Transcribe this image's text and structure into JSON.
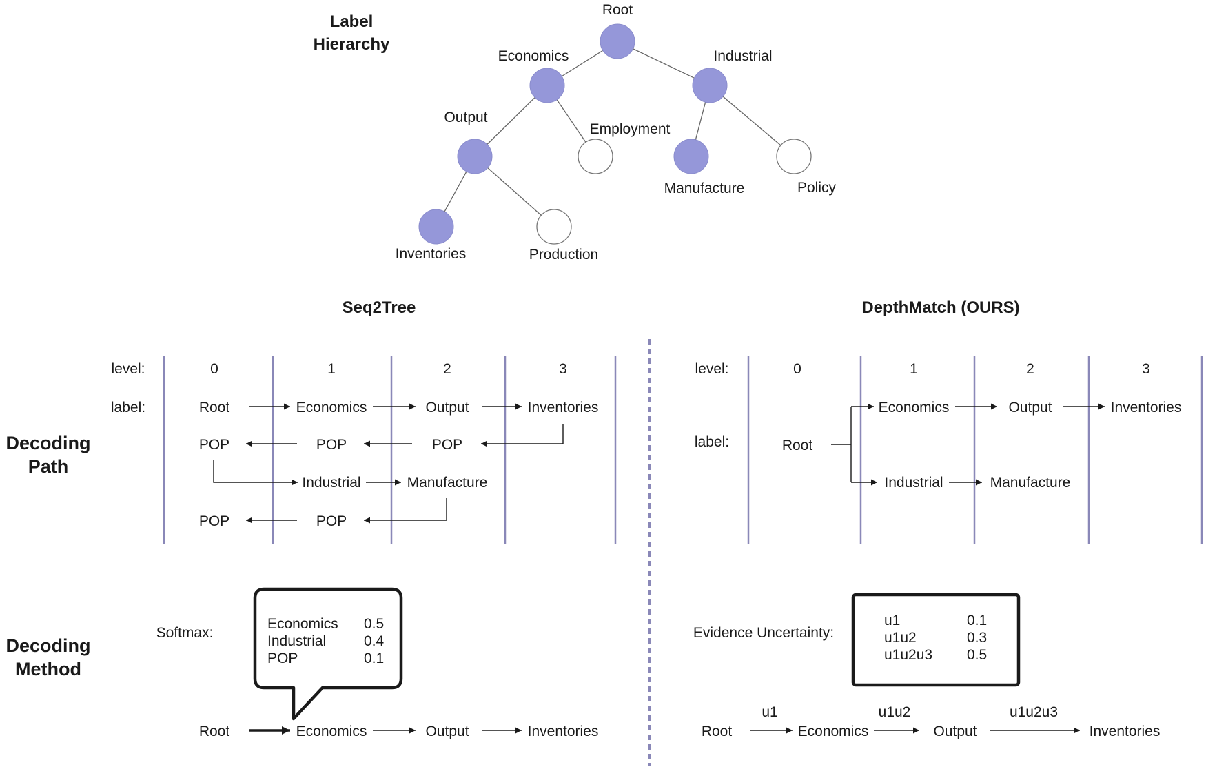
{
  "colors": {
    "node_filled": "#9597d9",
    "node_empty": "#ffffff",
    "divider": "#8a88b8",
    "text": "#1a1a1a"
  },
  "hierarchy": {
    "title_line1": "Label",
    "title_line2": "Hierarchy",
    "nodes": {
      "root": "Root",
      "economics": "Economics",
      "industrial": "Industrial",
      "output": "Output",
      "employment": "Employment",
      "manufacture": "Manufacture",
      "policy": "Policy",
      "inventories": "Inventories",
      "production": "Production"
    }
  },
  "seq2tree": {
    "title": "Seq2Tree",
    "level_label": "level:",
    "label_label": "label:",
    "levels": [
      "0",
      "1",
      "2",
      "3"
    ],
    "path": {
      "root": "Root",
      "economics": "Economics",
      "output": "Output",
      "inventories": "Inventories",
      "pop": "POP",
      "industrial": "Industrial",
      "manufacture": "Manufacture"
    },
    "softmax_label": "Softmax:",
    "softmax": [
      {
        "label": "Economics",
        "value": "0.5"
      },
      {
        "label": "Industrial",
        "value": "0.4"
      },
      {
        "label": "POP",
        "value": "0.1"
      }
    ],
    "method_chain": [
      "Root",
      "Economics",
      "Output",
      "Inventories"
    ]
  },
  "depthmatch": {
    "title": "DepthMatch  (OURS)",
    "level_label": "level:",
    "label_label": "label:",
    "levels": [
      "0",
      "1",
      "2",
      "3"
    ],
    "path": {
      "root": "Root",
      "economics": "Economics",
      "output": "Output",
      "inventories": "Inventories",
      "industrial": "Industrial",
      "manufacture": "Manufacture"
    },
    "uncertainty_label": "Evidence Uncertainty:",
    "uncertainty": [
      {
        "label": "u1",
        "value": "0.1"
      },
      {
        "label": "u1u2",
        "value": "0.3"
      },
      {
        "label": "u1u2u3",
        "value": "0.5"
      }
    ],
    "method_chain": [
      "Root",
      "Economics",
      "Output",
      "Inventories"
    ],
    "edge_labels": [
      "u1",
      "u1u2",
      "u1u2u3"
    ]
  },
  "row_labels": {
    "decoding_path": [
      "Decoding",
      "Path"
    ],
    "decoding_method": [
      "Decoding",
      "Method"
    ]
  }
}
